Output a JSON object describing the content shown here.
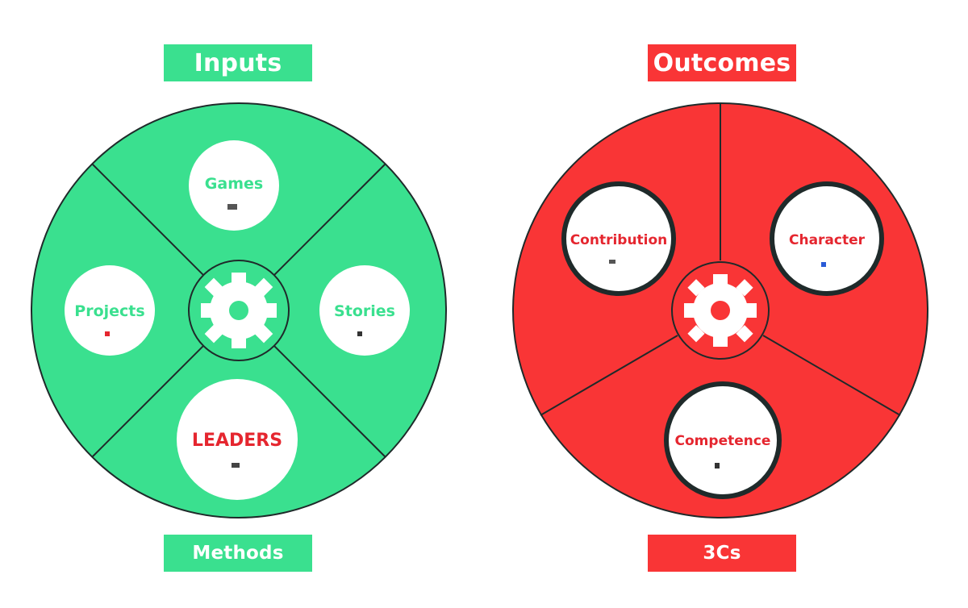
{
  "colors": {
    "green": "#3ae08f",
    "red": "#f93536",
    "green_text": "#3ae08f",
    "red_text": "#e5262f",
    "outline": "#1f2a2a",
    "white": "#ffffff"
  },
  "left": {
    "title": "Inputs",
    "footer": "Methods",
    "nodes": {
      "games": "Games",
      "projects": "Projects",
      "stories": "Stories",
      "leaders": "LEADERS"
    }
  },
  "right": {
    "title": "Outcomes",
    "footer": "3Cs",
    "nodes": {
      "contribution": "Contribution",
      "character": "Character",
      "competence": "Competence"
    }
  }
}
